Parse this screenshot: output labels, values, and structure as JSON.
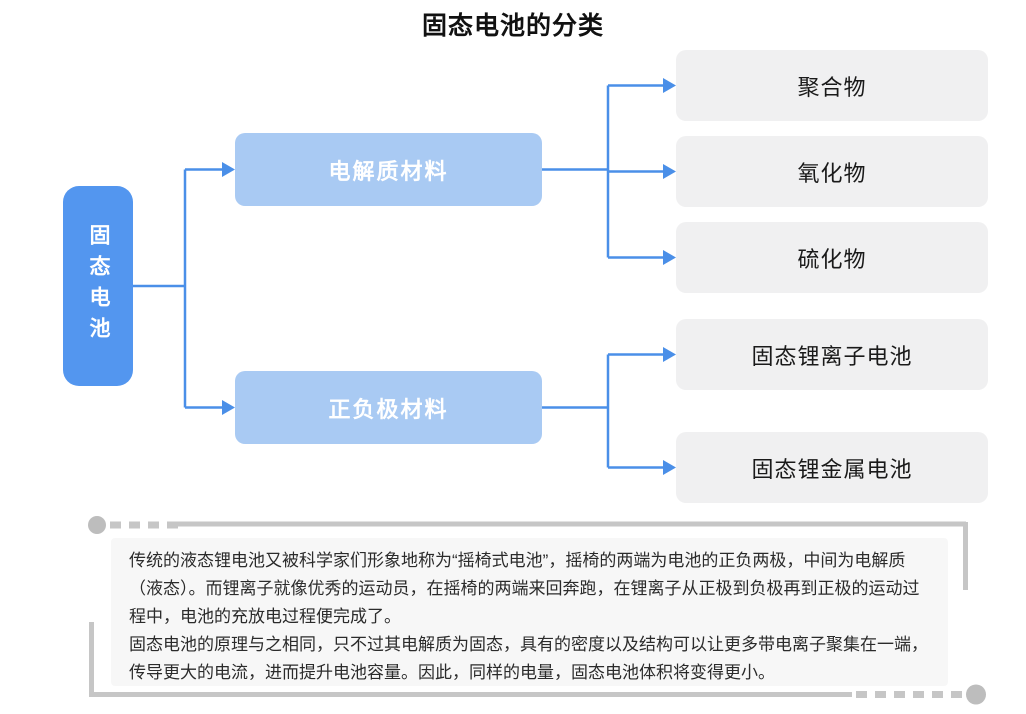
{
  "title": "固态电池的分类",
  "colors": {
    "root_fill": "#5396EF",
    "branch_fill": "#A9CAF3",
    "leaf_fill": "#F0F0F1",
    "connector": "#4A8FE8",
    "note_bg": "#F7F7F7",
    "decor_line": "#C6C6C6",
    "decor_dot": "#BDBDBD",
    "title_color": "#111111",
    "leaf_text": "#1A1A1A",
    "note_text": "#2B2B2B"
  },
  "tree": {
    "root": {
      "label": "固态电池"
    },
    "branches": [
      {
        "label": "电解质材料",
        "children": [
          "聚合物",
          "氧化物",
          "硫化物"
        ]
      },
      {
        "label": "正负极材料",
        "children": [
          "固态锂离子电池",
          "固态锂金属电池"
        ]
      }
    ]
  },
  "note": {
    "paragraphs": [
      "传统的液态锂电池又被科学家们形象地称为“摇椅式电池”，摇椅的两端为电池的正负两极，中间为电解质（液态）。而锂离子就像优秀的运动员，在摇椅的两端来回奔跑，在锂离子从正极到负极再到正极的运动过程中，电池的充放电过程便完成了。",
      "固态电池的原理与之相同，只不过其电解质为固态，具有的密度以及结构可以让更多带电离子聚集在一端，传导更大的电流，进而提升电池容量。因此，同样的电量，固态电池体积将变得更小。"
    ]
  }
}
